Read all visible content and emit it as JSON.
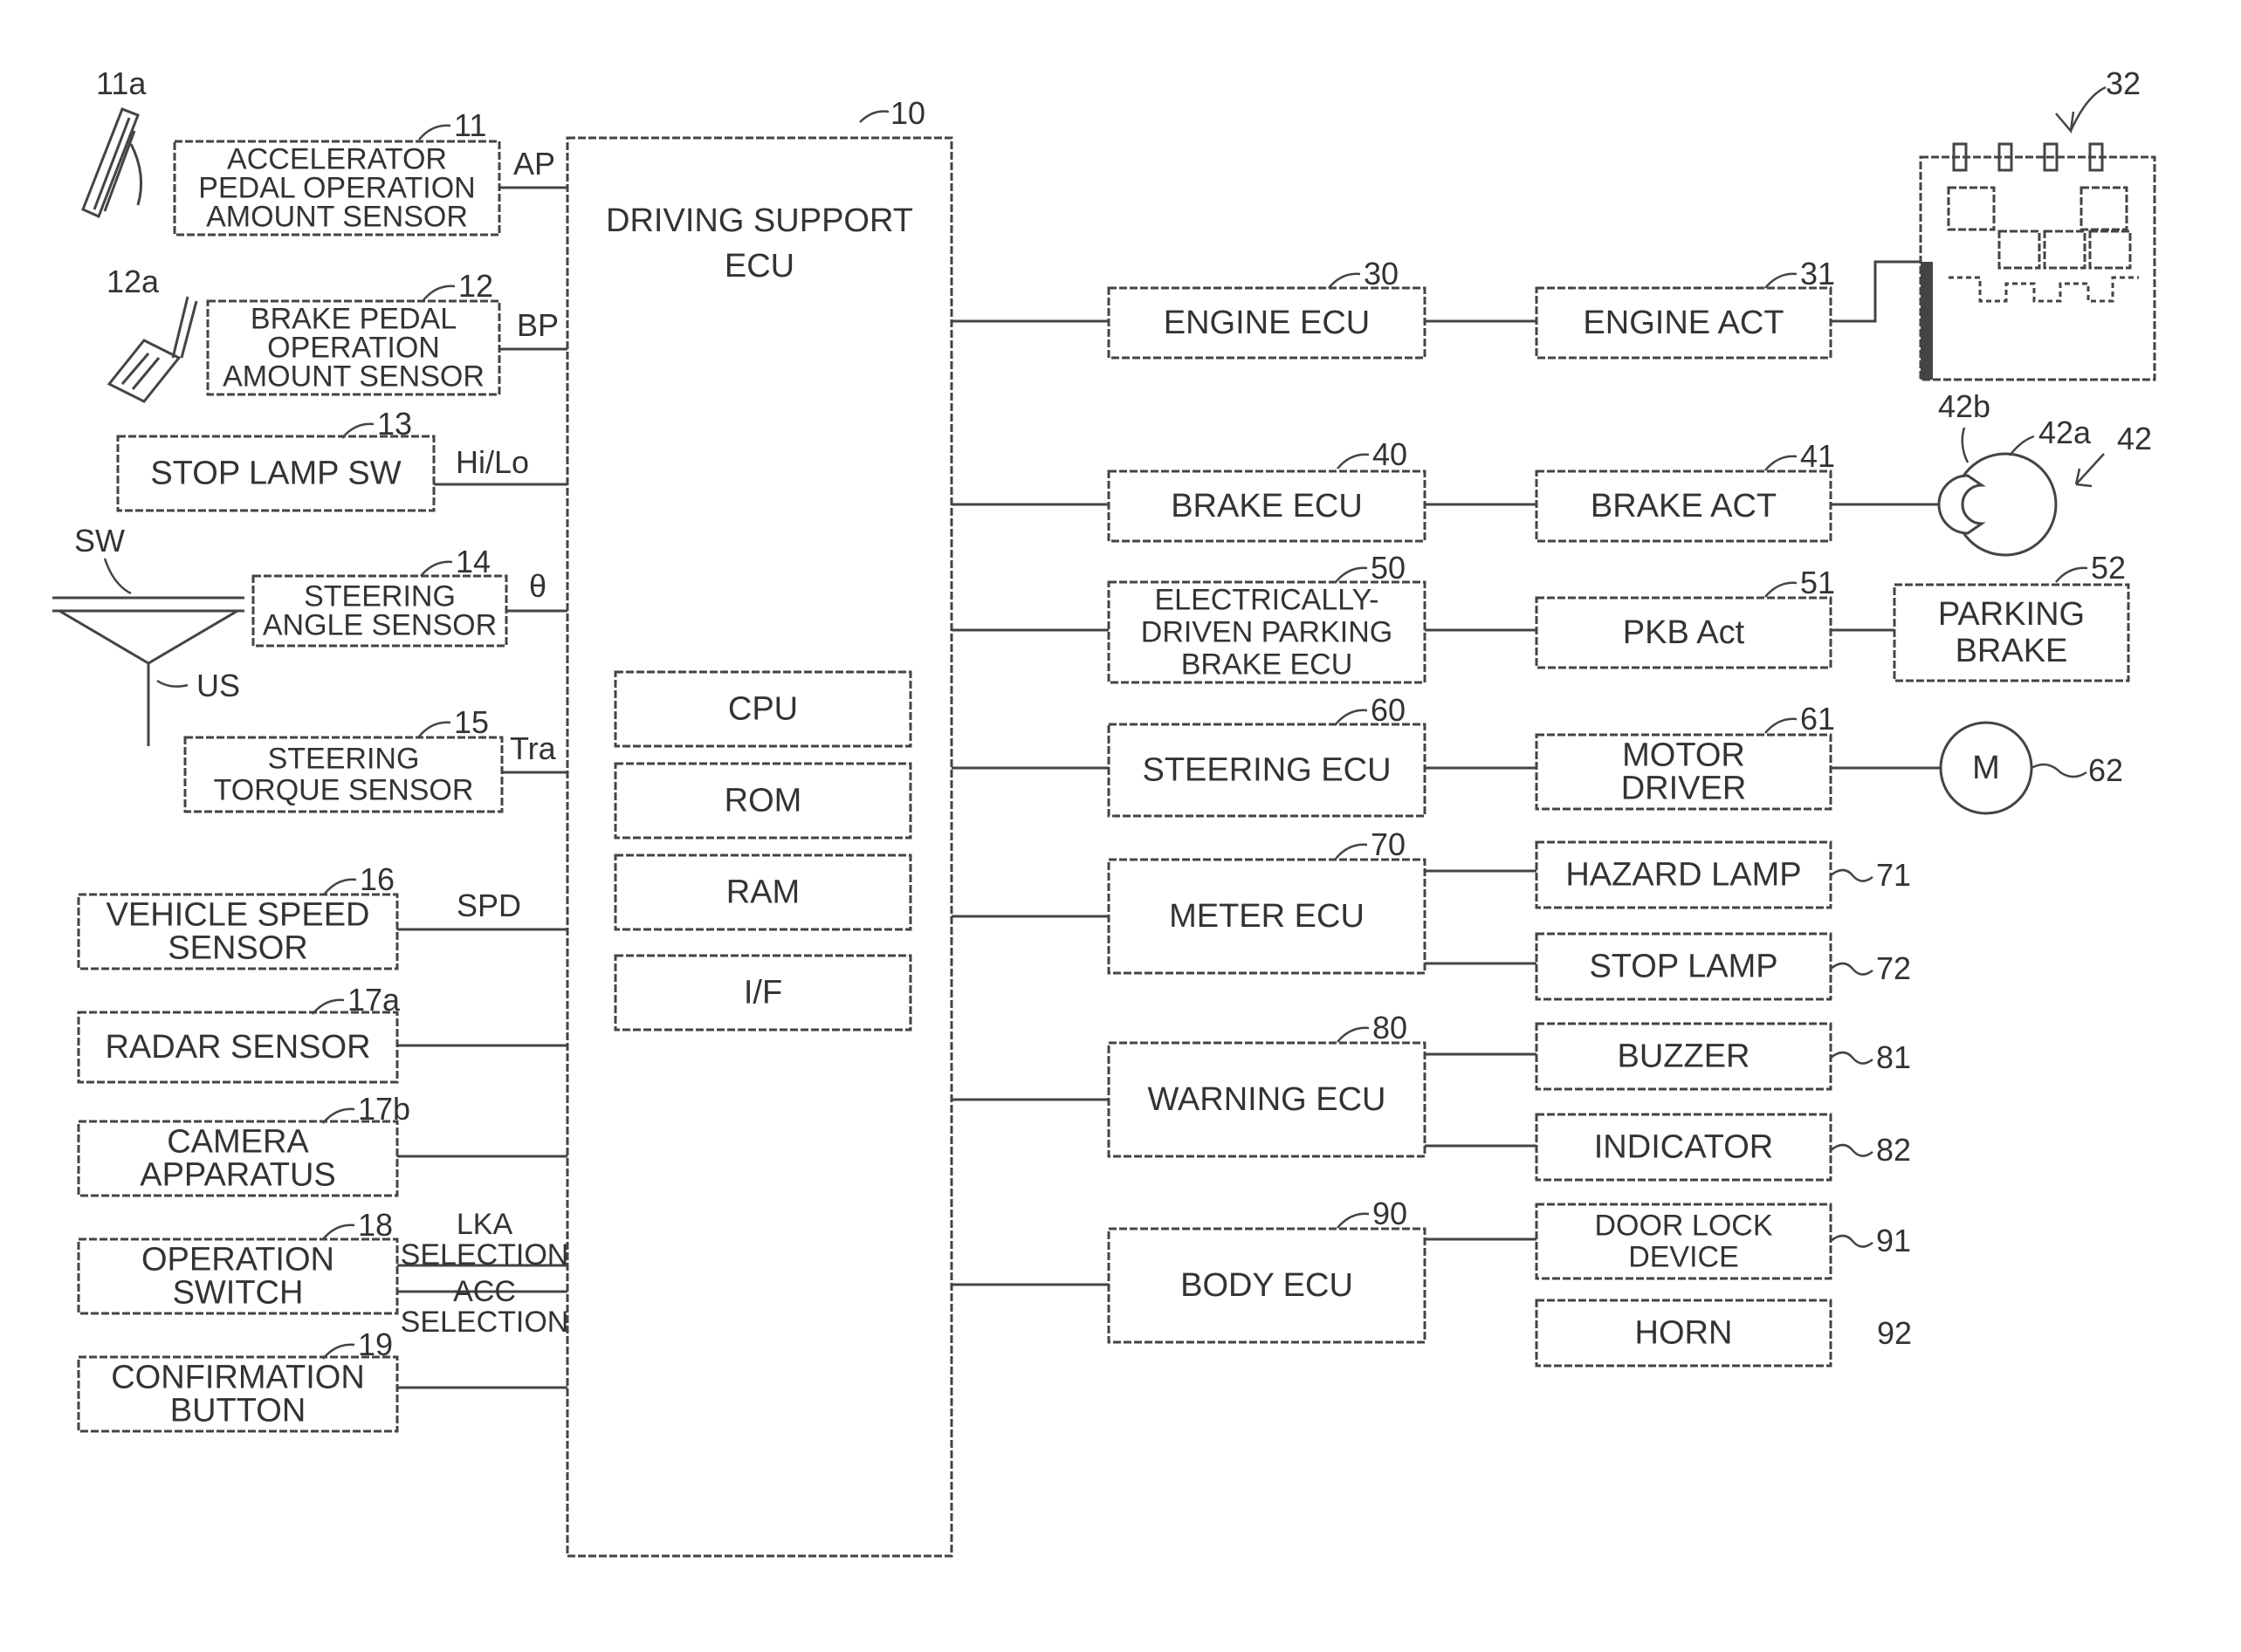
{
  "blocks": {
    "accel_sensor": {
      "ref": "11",
      "lines": [
        "ACCELERATOR",
        "PEDAL OPERATION",
        "AMOUNT SENSOR"
      ]
    },
    "accel_pedal": {
      "ref": "11a"
    },
    "brake_sensor": {
      "ref": "12",
      "lines": [
        "BRAKE PEDAL",
        "OPERATION",
        "AMOUNT SENSOR"
      ]
    },
    "brake_pedal": {
      "ref": "12a"
    },
    "stop_lamp_sw": {
      "ref": "13",
      "lines": [
        "STOP LAMP SW"
      ]
    },
    "steering_angle": {
      "ref": "14",
      "lines": [
        "STEERING",
        "ANGLE SENSOR"
      ]
    },
    "steering_torque": {
      "ref": "15",
      "lines": [
        "STEERING",
        "TORQUE SENSOR"
      ]
    },
    "vehicle_speed": {
      "ref": "16",
      "lines": [
        "VEHICLE SPEED",
        "SENSOR"
      ]
    },
    "radar": {
      "ref": "17a",
      "lines": [
        "RADAR SENSOR"
      ]
    },
    "camera": {
      "ref": "17b",
      "lines": [
        "CAMERA",
        "APPARATUS"
      ]
    },
    "operation_switch": {
      "ref": "18",
      "lines": [
        "OPERATION",
        "SWITCH"
      ]
    },
    "confirmation_button": {
      "ref": "19",
      "lines": [
        "CONFIRMATION",
        "BUTTON"
      ]
    },
    "driving_support_ecu": {
      "ref": "10",
      "lines": [
        "DRIVING SUPPORT",
        "ECU"
      ]
    },
    "cpu": {
      "lines": [
        "CPU"
      ]
    },
    "rom": {
      "lines": [
        "ROM"
      ]
    },
    "ram": {
      "lines": [
        "RAM"
      ]
    },
    "if": {
      "lines": [
        "I/F"
      ]
    },
    "engine_ecu": {
      "ref": "30",
      "lines": [
        "ENGINE ECU"
      ]
    },
    "engine_act": {
      "ref": "31",
      "lines": [
        "ENGINE ACT"
      ]
    },
    "engine": {
      "ref": "32"
    },
    "brake_ecu": {
      "ref": "40",
      "lines": [
        "BRAKE ECU"
      ]
    },
    "brake_act": {
      "ref": "41",
      "lines": [
        "BRAKE ACT"
      ]
    },
    "brake_disc": {
      "ref": "42",
      "ref_a": "42a",
      "ref_b": "42b"
    },
    "epb_ecu": {
      "ref": "50",
      "lines": [
        "ELECTRICALLY-",
        "DRIVEN PARKING",
        "BRAKE ECU"
      ]
    },
    "pkb_act": {
      "ref": "51",
      "lines": [
        "PKB  Act"
      ]
    },
    "parking_brake": {
      "ref": "52",
      "lines": [
        "PARKING",
        "BRAKE"
      ]
    },
    "steering_ecu": {
      "ref": "60",
      "lines": [
        "STEERING ECU"
      ]
    },
    "motor_driver": {
      "ref": "61",
      "lines": [
        "MOTOR",
        "DRIVER"
      ]
    },
    "motor": {
      "ref": "62",
      "lines": [
        "M"
      ]
    },
    "meter_ecu": {
      "ref": "70",
      "lines": [
        "METER ECU"
      ]
    },
    "hazard_lamp": {
      "ref": "71",
      "lines": [
        "HAZARD LAMP"
      ]
    },
    "stop_lamp": {
      "ref": "72",
      "lines": [
        "STOP LAMP"
      ]
    },
    "warning_ecu": {
      "ref": "80",
      "lines": [
        "WARNING ECU"
      ]
    },
    "buzzer": {
      "ref": "81",
      "lines": [
        "BUZZER"
      ]
    },
    "indicator": {
      "ref": "82",
      "lines": [
        "INDICATOR"
      ]
    },
    "body_ecu": {
      "ref": "90",
      "lines": [
        "BODY ECU"
      ]
    },
    "door_lock": {
      "ref": "91",
      "lines": [
        "DOOR LOCK",
        "DEVICE"
      ]
    },
    "horn": {
      "ref": "92",
      "lines": [
        "HORN"
      ]
    }
  },
  "signals": {
    "ap": "AP",
    "bp": "BP",
    "hilo": "Hi/Lo",
    "theta": "θ",
    "tra": "Tra",
    "spd": "SPD",
    "lka": [
      "LKA",
      "SELECTION"
    ],
    "acc": [
      "ACC",
      "SELECTION"
    ]
  },
  "labels": {
    "sw": "SW",
    "us": "US"
  }
}
